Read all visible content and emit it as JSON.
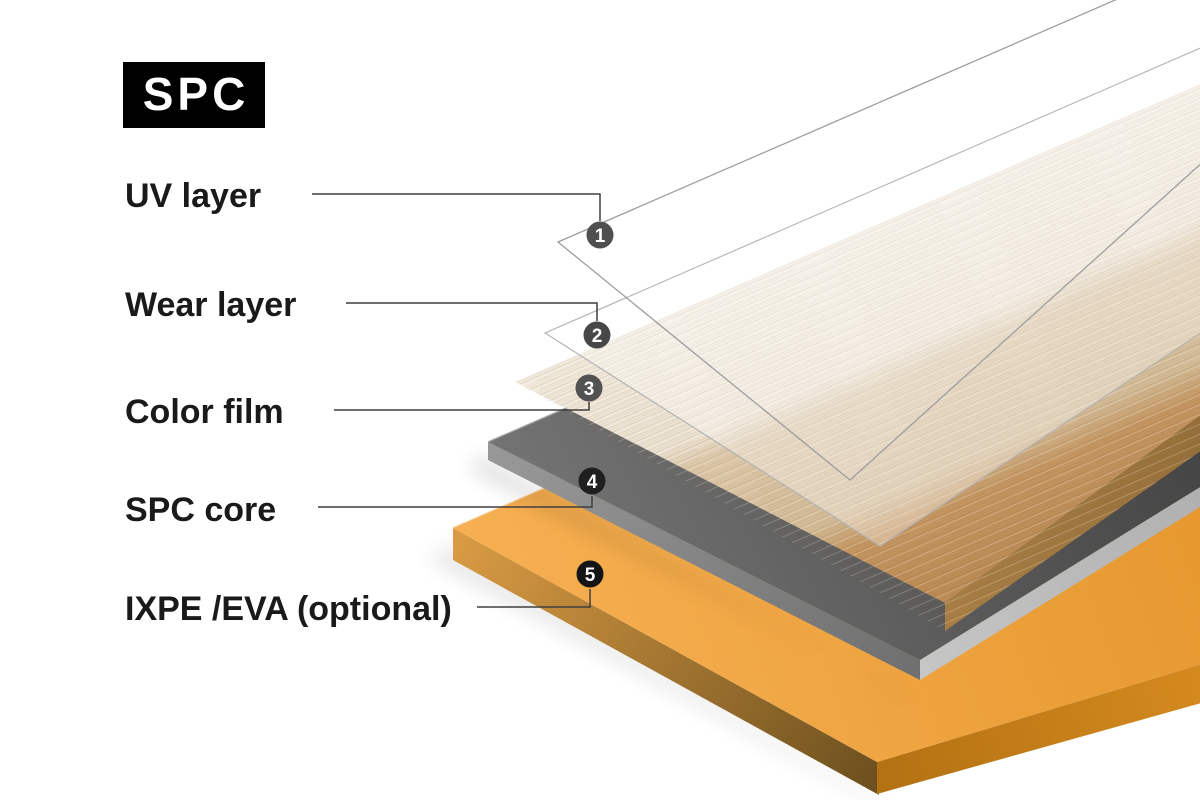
{
  "badge": {
    "label": "SPC",
    "bg": "#000000",
    "fg": "#ffffff"
  },
  "layers": [
    {
      "num": "1",
      "label": "UV layer",
      "marker_color": "#4f4f4f"
    },
    {
      "num": "2",
      "label": "Wear layer",
      "marker_color": "#474747"
    },
    {
      "num": "3",
      "label": "Color film",
      "marker_color": "#525252"
    },
    {
      "num": "4",
      "label": "SPC core",
      "marker_color": "#1f1f1f"
    },
    {
      "num": "5",
      "label": "IXPE /EVA (optional)",
      "marker_color": "#151515"
    }
  ],
  "colors": {
    "text": "#1a1a1a",
    "leader": "#3f3f3f",
    "outline_gray": "#9e9e9e",
    "wear_edge": "#b3b3b3",
    "film_pale": "#f1eadd",
    "film_pale2": "#ece2d2",
    "film_beige": "#dbc7a8",
    "film_beige2": "#d3bc98",
    "film_tan": "#c49560",
    "film_tan_deep": "#b2804a",
    "film_side_light": "#a87e45",
    "film_side_dark": "#96703a",
    "core_top_light": "#747474",
    "core_top_dark": "#3e3e3e",
    "core_left_light": "#989898",
    "core_left_dark": "#6f6f6f",
    "core_side_silver_light": "#c6c6c6",
    "core_side_silver_dark": "#b0b0b0",
    "underlay_top_light": "#f6af52",
    "underlay_top_dark": "#e6982e",
    "underlay_right_dark": "#b37112",
    "underlay_right_light": "#d58a1e",
    "underlay_left_light": "#d89a43",
    "underlay_left_dark": "#6b4f1e"
  }
}
